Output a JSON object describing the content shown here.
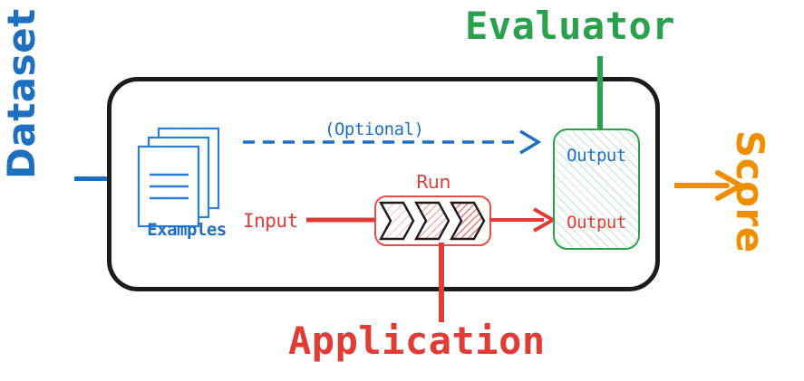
{
  "diagram": {
    "type": "evaluation-pipeline-diagram",
    "title_labels": {
      "dataset": "Dataset",
      "evaluator": "Evaluator",
      "application": "Application",
      "score": "Score"
    },
    "nodes": {
      "examples": {
        "label": "Examples",
        "icon": "stacked-documents-icon",
        "page_count": 3,
        "text_lines": 3,
        "color": "#1f6fc0"
      },
      "run": {
        "label": "Run",
        "icon": "chevron-pipeline-icon",
        "chevron_count": 3,
        "color": "#e03c36"
      },
      "output": {
        "label_top": "Output",
        "label_bottom": "Output",
        "top_color": "#1f6fc0",
        "bottom_color": "#e03c36",
        "border_color": "#2ba14f",
        "fill": "green-diagonal-hatch"
      }
    },
    "edges": {
      "optional": {
        "label": "(Optional)",
        "style": "dashed",
        "color": "#1f6fc0",
        "from": "examples",
        "to": "output"
      },
      "input": {
        "label": "Input",
        "style": "solid",
        "color": "#e03c36",
        "from": "examples",
        "to": "run"
      },
      "run_to_output": {
        "label": "",
        "style": "solid",
        "color": "#e03c36",
        "from": "run",
        "to": "output"
      },
      "score_out": {
        "label": "",
        "style": "solid",
        "color": "#ef8f00",
        "from": "container",
        "to": "score"
      }
    },
    "colors": {
      "blue": "#1f6fc0",
      "red": "#e03c36",
      "green": "#2ba14f",
      "orange": "#ef8f00",
      "black": "#1c1c1c"
    }
  }
}
